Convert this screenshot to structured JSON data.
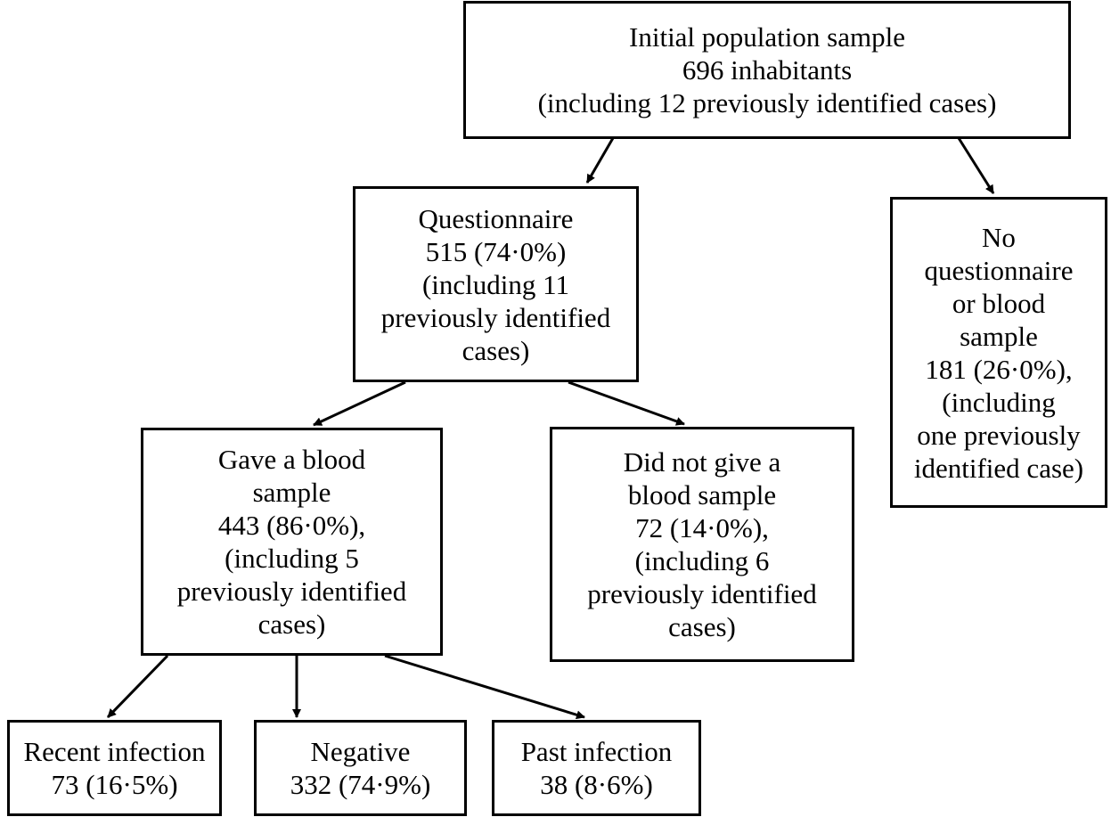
{
  "nodes": {
    "initial": {
      "lines": [
        "Initial population sample",
        "696 inhabitants",
        "(including 12 previously identified cases)"
      ]
    },
    "questionnaire": {
      "lines": [
        "Questionnaire",
        "515 (74·0%)",
        "(including 11",
        "previously identified",
        "cases)"
      ]
    },
    "no_questionnaire": {
      "lines": [
        "No",
        "questionnaire",
        "or blood",
        "sample",
        "181 (26·0%),",
        "(including",
        "one previously",
        "identified case)"
      ]
    },
    "gave_blood": {
      "lines": [
        "Gave a blood",
        "sample",
        "443 (86·0%),",
        "(including 5",
        "previously identified",
        "cases)"
      ]
    },
    "did_not_give": {
      "lines": [
        "Did not give a",
        "blood sample",
        "72 (14·0%),",
        "(including 6",
        "previously identified",
        "cases)"
      ]
    },
    "recent": {
      "lines": [
        "Recent infection",
        "73 (16·5%)"
      ]
    },
    "negative": {
      "lines": [
        "Negative",
        "332 (74·9%)"
      ]
    },
    "past": {
      "lines": [
        "Past infection",
        "38 (8·6%)"
      ]
    }
  },
  "edges": [
    {
      "from": "initial",
      "to": "questionnaire"
    },
    {
      "from": "initial",
      "to": "no_questionnaire"
    },
    {
      "from": "questionnaire",
      "to": "gave_blood"
    },
    {
      "from": "questionnaire",
      "to": "did_not_give"
    },
    {
      "from": "gave_blood",
      "to": "recent"
    },
    {
      "from": "gave_blood",
      "to": "negative"
    },
    {
      "from": "gave_blood",
      "to": "past"
    }
  ],
  "colors": {
    "stroke": "#000000",
    "background": "#ffffff"
  }
}
